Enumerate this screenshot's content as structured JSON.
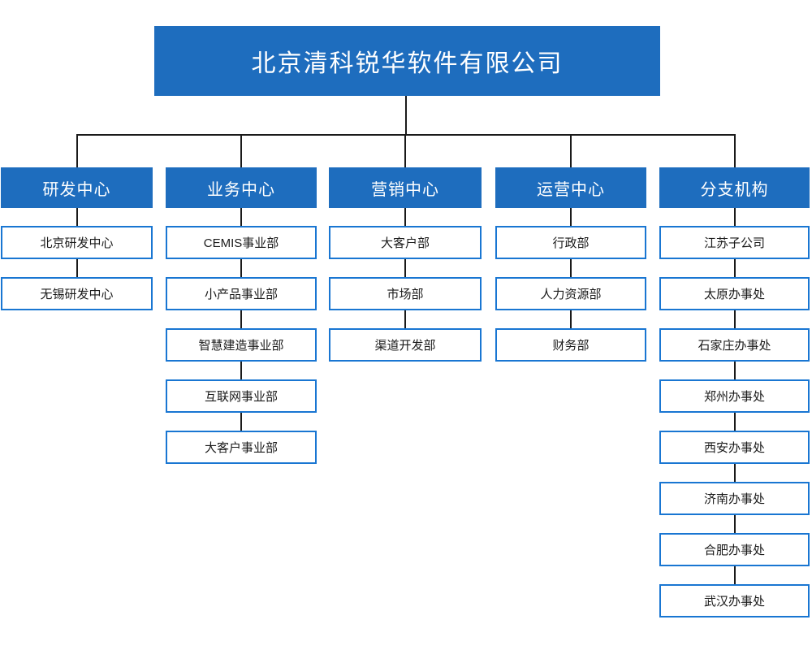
{
  "org_chart": {
    "root": "北京清科锐华软件有限公司",
    "departments": [
      {
        "name": "研发中心",
        "children": [
          "北京研发中心",
          "无锡研发中心"
        ]
      },
      {
        "name": "业务中心",
        "children": [
          "CEMIS事业部",
          "小产品事业部",
          "智慧建造事业部",
          "互联网事业部",
          "大客户事业部"
        ]
      },
      {
        "name": "营销中心",
        "children": [
          "大客户部",
          "市场部",
          "渠道开发部"
        ]
      },
      {
        "name": "运营中心",
        "children": [
          "行政部",
          "人力资源部",
          "财务部"
        ]
      },
      {
        "name": "分支机构",
        "children": [
          "江苏子公司",
          "太原办事处",
          "石家庄办事处",
          "郑州办事处",
          "西安办事处",
          "济南办事处",
          "合肥办事处",
          "武汉办事处"
        ]
      }
    ],
    "colors": {
      "node_fill": "#1e6dbe",
      "node_border": "#1976d2",
      "header_text": "#ffffff",
      "child_text": "#1a1a1a",
      "connector": "#1a1a1a",
      "background": "#ffffff"
    }
  }
}
